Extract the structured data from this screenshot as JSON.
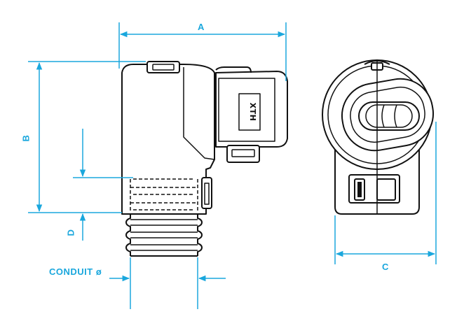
{
  "colors": {
    "dimension": "#1aa7dd",
    "outline": "#111111",
    "fill": "#ffffff"
  },
  "dimensions": {
    "a": "A",
    "b": "B",
    "c": "C",
    "d": "D",
    "conduit": "CONDUIT ø"
  },
  "branding": {
    "mark": "XTH"
  }
}
